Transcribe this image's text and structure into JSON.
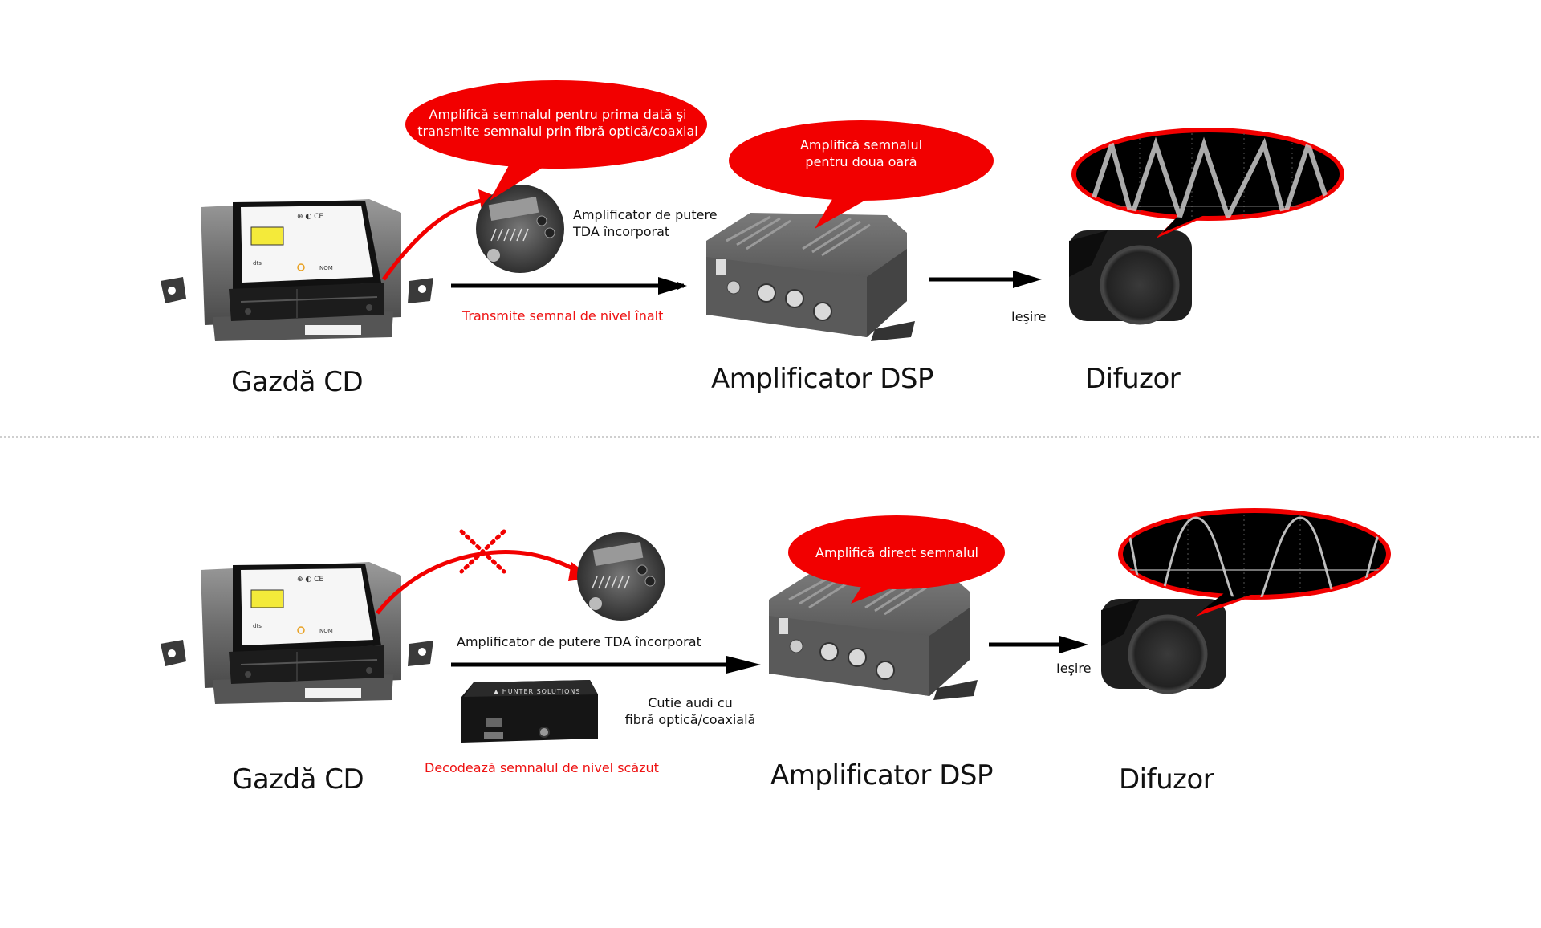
{
  "top": {
    "source_label": "Gazdă CD",
    "amp_label": "Amplificator DSP",
    "speaker_label": "Difuzor",
    "bubble_first_line1": "Amplifică semnalul pentru prima dată şi",
    "bubble_first_line2": "transmite semnalul prin fibră optică/coaxial",
    "bubble_second_line1": "Amplifică semnalul",
    "bubble_second_line2": "pentru doua oară",
    "tda_line1": "Amplificator de putere",
    "tda_line2": "TDA încorporat",
    "signal_label": "Transmite semnal de nivel înalt",
    "output_label": "Ieşire"
  },
  "bottom": {
    "source_label": "Gazdă CD",
    "amp_label": "Amplificator DSP",
    "speaker_label": "Difuzor",
    "bubble_direct": "Amplifică direct semnalul",
    "tda_label": "Amplificator de putere TDA încorporat",
    "box_line1": "Cutie audi cu",
    "box_line2": "fibră optică/coaxială",
    "signal_label": "Decodează semnalul de nivel scăzut",
    "output_label": "Ieşire"
  },
  "colors": {
    "accent_red": "#ee1111",
    "bubble_red": "#f20000",
    "arrow_black": "#000000"
  }
}
